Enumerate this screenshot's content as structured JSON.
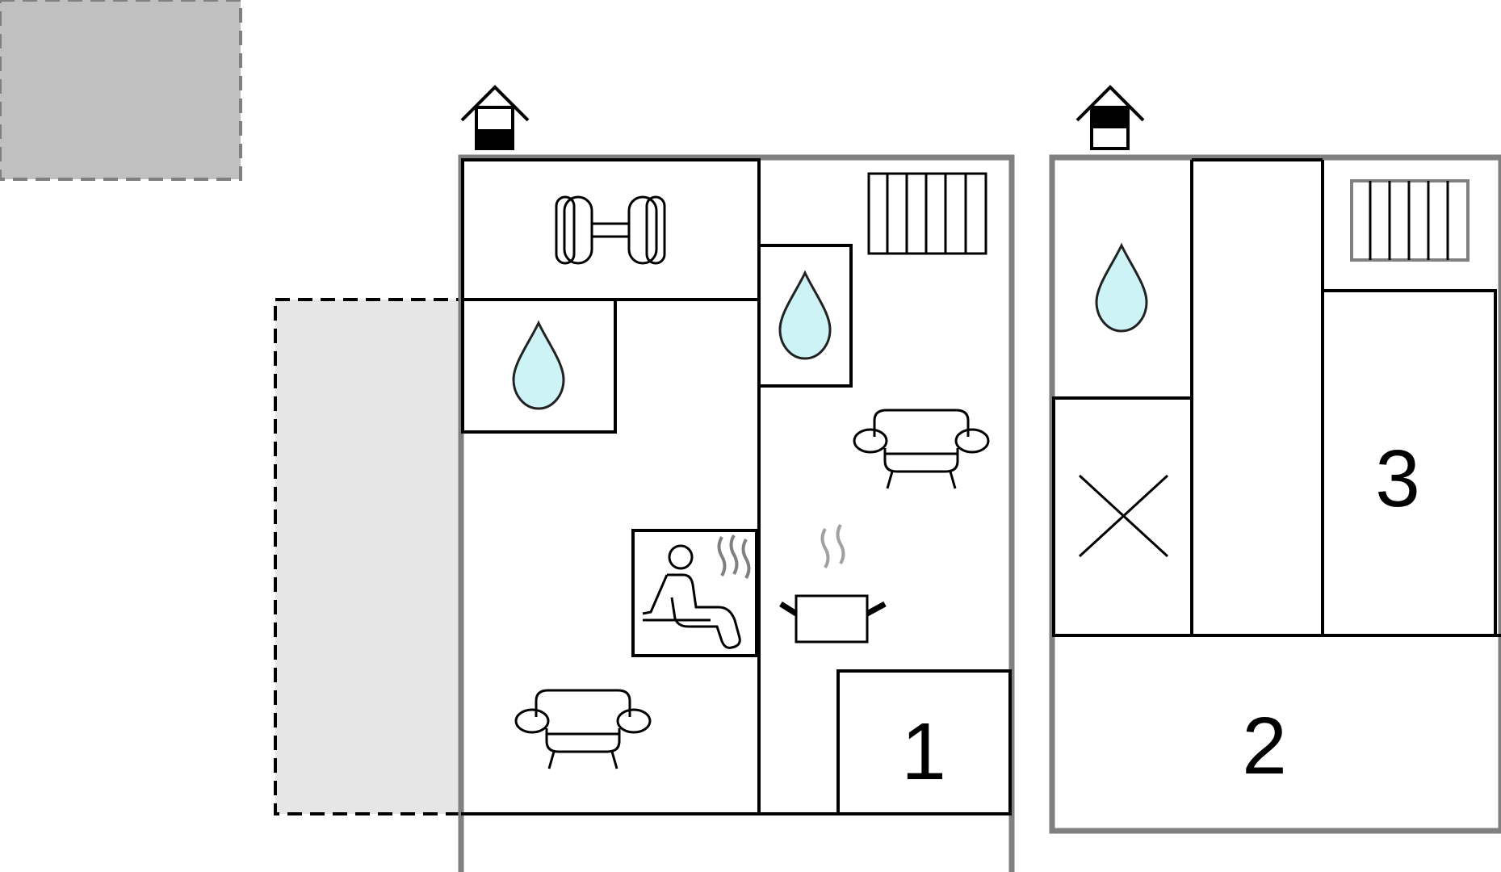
{
  "floorplan": {
    "rooms": [
      {
        "id": "bedroom-1",
        "label": "1"
      },
      {
        "id": "bedroom-2",
        "label": "2"
      },
      {
        "id": "bedroom-3",
        "label": "3"
      }
    ],
    "icons": [
      "fitness-icon",
      "bathroom-icon",
      "radiator-icon",
      "sofa-icon",
      "sauna-icon",
      "kitchen-icon",
      "entrance-icon",
      "no-access-icon"
    ],
    "colors": {
      "wall": "#000000",
      "outer_wall": "#808080",
      "water_drop": "#cdf3f6",
      "terrace_shade": "#e6e6e6",
      "outbuilding_shade": "#c0c0c0"
    }
  }
}
